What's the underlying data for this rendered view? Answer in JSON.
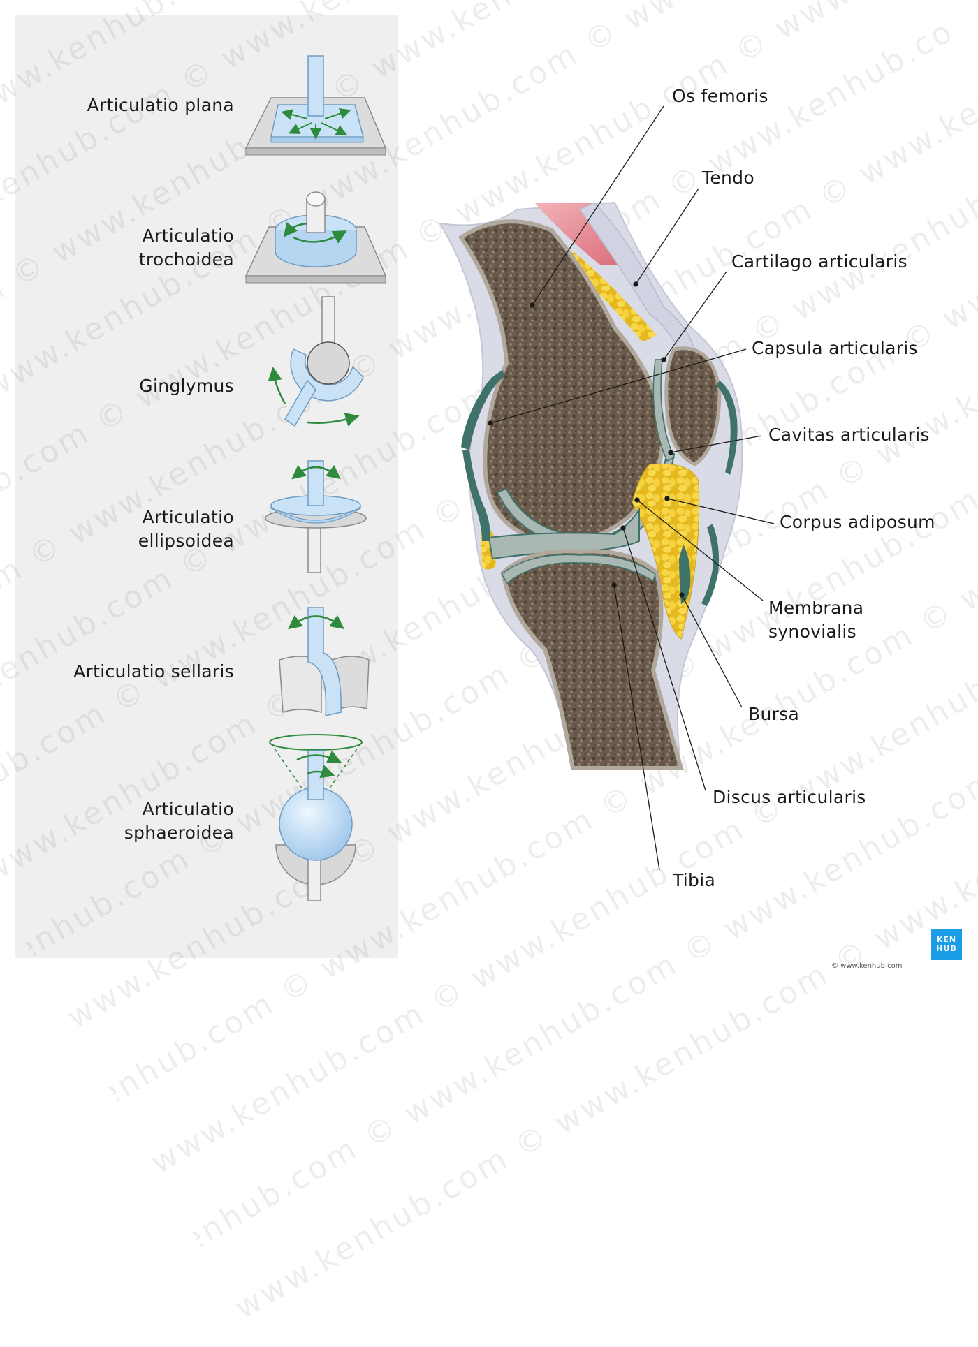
{
  "joint_types": [
    {
      "line1": "Articulatio plana",
      "line2": ""
    },
    {
      "line1": "Articulatio",
      "line2": "trochoidea"
    },
    {
      "line1": "Ginglymus",
      "line2": ""
    },
    {
      "line1": "Articulatio",
      "line2": "ellipsoidea"
    },
    {
      "line1": "Articulatio sellaris",
      "line2": ""
    },
    {
      "line1": "Articulatio",
      "line2": "sphaeroidea"
    }
  ],
  "knee_labels": {
    "os_femoris": "Os femoris",
    "tendo": "Tendo",
    "cartilago_articularis": "Cartilago articularis",
    "capsula_articularis": "Capsula articularis",
    "cavitas_articularis": "Cavitas articularis",
    "corpus_adiposum": "Corpus adiposum",
    "membrana_synovialis_line1": "Membrana",
    "membrana_synovialis_line2": "synovialis",
    "bursa": "Bursa",
    "discus_articularis": "Discus articularis",
    "tibia": "Tibia"
  },
  "watermark": "www.kenhub.com ©",
  "logo": {
    "line1": "KEN",
    "line2": "HUB"
  },
  "copyright": "© www.kenhub.com",
  "colors": {
    "panel": "#efefef",
    "bone_dark": "#6b5b4d",
    "bone_edge": "#b0a89c",
    "cartilage": "#aab8b4",
    "capsule": "#3f7269",
    "fat": "#f2cc33",
    "muscle": "#e8909a",
    "joint_blue": "#c9e2f5",
    "arrow_green": "#2e8a3c"
  }
}
